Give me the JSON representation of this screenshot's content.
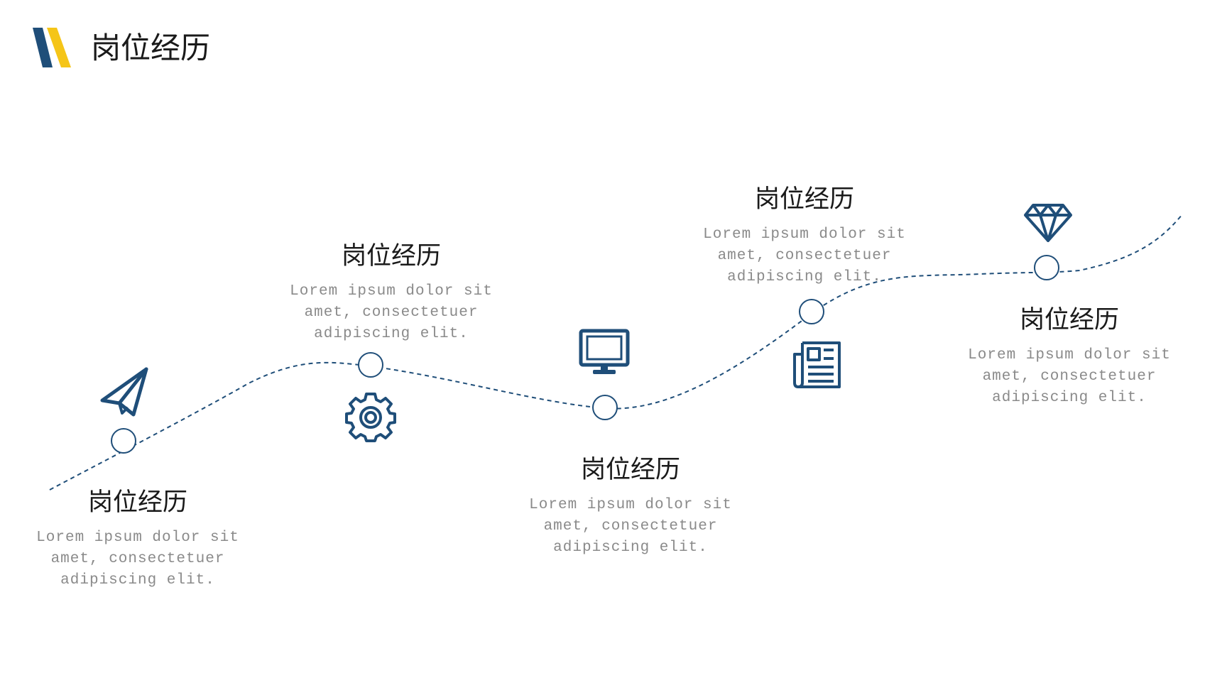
{
  "header": {
    "title": "岗位经历"
  },
  "colors": {
    "primary": "#1f4e79",
    "accent": "#f5c518",
    "title_text": "#1a1a1a",
    "desc_text": "#8a8a8a"
  },
  "steps": [
    {
      "title": "岗位经历",
      "desc_lines": [
        "Lorem ipsum dolor sit",
        "amet, consectetuer",
        "adipiscing elit."
      ],
      "icon": "paper-plane-icon"
    },
    {
      "title": "岗位经历",
      "desc_lines": [
        "Lorem ipsum dolor sit",
        "amet, consectetuer",
        "adipiscing elit."
      ],
      "icon": "gear-icon"
    },
    {
      "title": "岗位经历",
      "desc_lines": [
        "Lorem ipsum dolor sit",
        "amet, consectetuer",
        "adipiscing elit."
      ],
      "icon": "monitor-icon"
    },
    {
      "title": "岗位经历",
      "desc_lines": [
        "Lorem ipsum dolor sit",
        "amet, consectetuer",
        "adipiscing elit."
      ],
      "icon": "newspaper-icon"
    },
    {
      "title": "岗位经历",
      "desc_lines": [
        "Lorem ipsum dolor sit",
        "amet, consectetuer",
        "adipiscing elit."
      ],
      "icon": "diamond-icon"
    }
  ]
}
